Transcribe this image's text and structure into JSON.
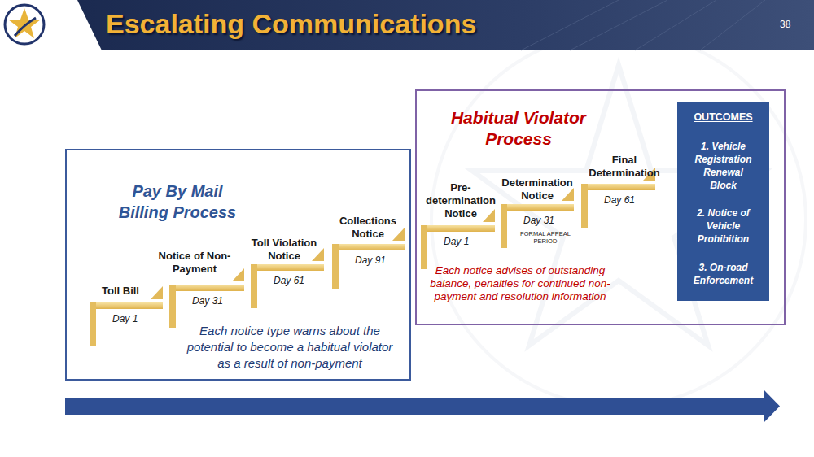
{
  "diagram": {
    "title": "Escalating Communications",
    "nodes": [
      {
        "text": [
          "Pay By Mail Billing Process",
          "Each notice type warns about the potential to become a habitual violator as a result of non-payment"
        ]
      },
      {
        "text": [
          "Toll Bill",
          "Day 1"
        ],
        "in": 0
      },
      {
        "text": [
          "Notice of Non-Payment",
          "Day 31"
        ],
        "in": 0
      },
      {
        "text": [
          "Toll Violation Notice",
          "Day 61"
        ],
        "in": 0
      },
      {
        "text": [
          "Collections Notice",
          "Day 91"
        ],
        "in": 0
      },
      {
        "text": [
          "Habitual Violator Process",
          "Each notice advises of outstanding balance, penalties for continued non-payment and resolution information"
        ]
      },
      {
        "text": [
          "Pre-determination Notice",
          "Day 1"
        ],
        "in": 5
      },
      {
        "text": [
          "Determination Notice",
          "Day 31",
          "FORMAL APPEAL PERIOD"
        ],
        "in": 5
      },
      {
        "text": [
          "Final Determination",
          "Day 61"
        ],
        "in": 5
      },
      {
        "text": [
          "OUTCOMES",
          "1. Vehicle Registration Renewal Block",
          "2. Notice of Vehicle Prohibition",
          "3. On-road Enforcement"
        ],
        "in": 5
      }
    ],
    "labels": [
      "38"
    ]
  }
}
